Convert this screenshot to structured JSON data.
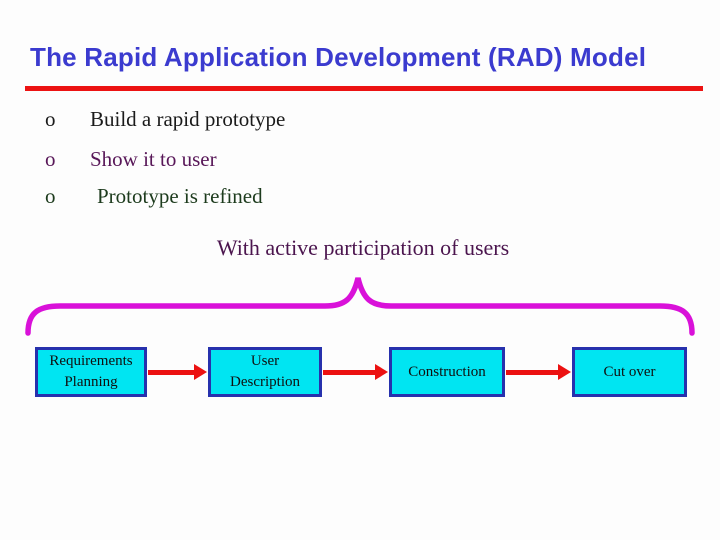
{
  "slide": {
    "title": "The Rapid Application Development (RAD) Model",
    "bullets": [
      {
        "marker": "o",
        "text": "Build a rapid prototype",
        "color": "#1a1a1a"
      },
      {
        "marker": "o",
        "text": "Show it to user",
        "color": "#581758"
      },
      {
        "marker": "o",
        "text": "Prototype is refined",
        "color": "#1d3b1d"
      }
    ],
    "caption": "With active participation of users",
    "phases": [
      {
        "lines": [
          "Requirements",
          "Planning"
        ]
      },
      {
        "lines": [
          "User",
          "Description"
        ]
      },
      {
        "lines": [
          "Construction"
        ]
      },
      {
        "lines": [
          "Cut over"
        ]
      }
    ],
    "colors": {
      "title": "#3b3bcf",
      "title_rule": "#ec1313",
      "caption": "#4b154e",
      "brace": "#d911d9",
      "box_fill": "#00e5f2",
      "box_border": "#2731ad",
      "box_text": "#101010",
      "arrow": "#ec1111",
      "background": "#fdfdfd"
    }
  }
}
